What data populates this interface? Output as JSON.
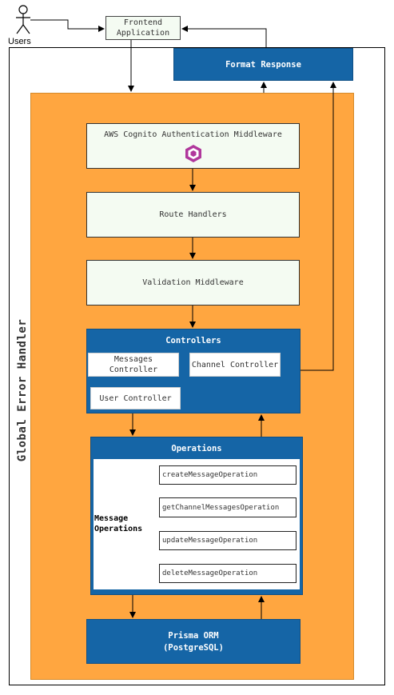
{
  "actor": {
    "label": "Users"
  },
  "frontend": {
    "label": "Frontend Application"
  },
  "format_response": {
    "label": "Format Response"
  },
  "global_handler": {
    "label": "Global Error Handler"
  },
  "cognito": {
    "label": "AWS Cognito Authentication Middleware",
    "icon": "aws-cognito-icon",
    "icon_color": "#B0379C"
  },
  "route_handlers": {
    "label": "Route Handlers"
  },
  "validation": {
    "label": "Validation Middleware"
  },
  "controllers": {
    "title": "Controllers",
    "messages": "Messages Controller",
    "channel": "Channel Controller",
    "user": "User Controller"
  },
  "operations": {
    "title": "Operations",
    "group_label": "Message Operations",
    "items": [
      "createMessageOperation",
      "getChannelMessagesOperation",
      "updateMessageOperation",
      "deleteMessageOperation"
    ]
  },
  "prisma": {
    "line1": "Prisma ORM",
    "line2": "(PostgreSQL)"
  },
  "colors": {
    "orange": "#FFA640",
    "blue": "#1565A6",
    "green_box": "#F4FBF2"
  }
}
